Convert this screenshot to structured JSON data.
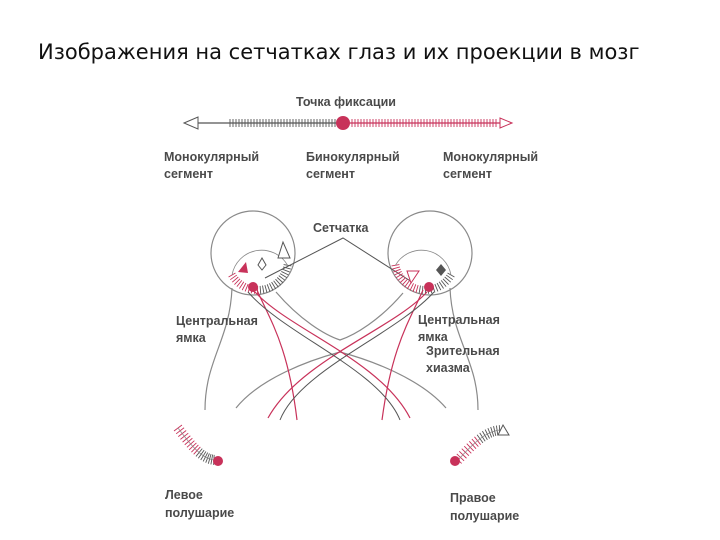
{
  "slide": {
    "title": "Изображения на сетчатках глаз и их проекции в мозг"
  },
  "labels": {
    "fixation_point": "Точка фиксации",
    "mono_left_1": "Монокулярный",
    "mono_left_2": "сегмент",
    "bino_1": "Бинокулярный",
    "bino_2": "сегмент",
    "mono_right_1": "Монокулярный",
    "mono_right_2": "сегмент",
    "retina": "Сетчатка",
    "fovea_left_1": "Центральная",
    "fovea_left_2": "ямка",
    "fovea_right_1": "Центральная",
    "fovea_right_2": "ямка",
    "chiasm_1": "Зрительная",
    "chiasm_2": "хиазма",
    "left_hemi_1": "Левое",
    "left_hemi_2": "полушарие",
    "right_hemi_1": "Правое",
    "right_hemi_2": "полушарие"
  },
  "colors": {
    "pink": "#c8325a",
    "pink_light": "#e0839a",
    "gray": "#555555",
    "line_gray": "#8a8a8a"
  }
}
